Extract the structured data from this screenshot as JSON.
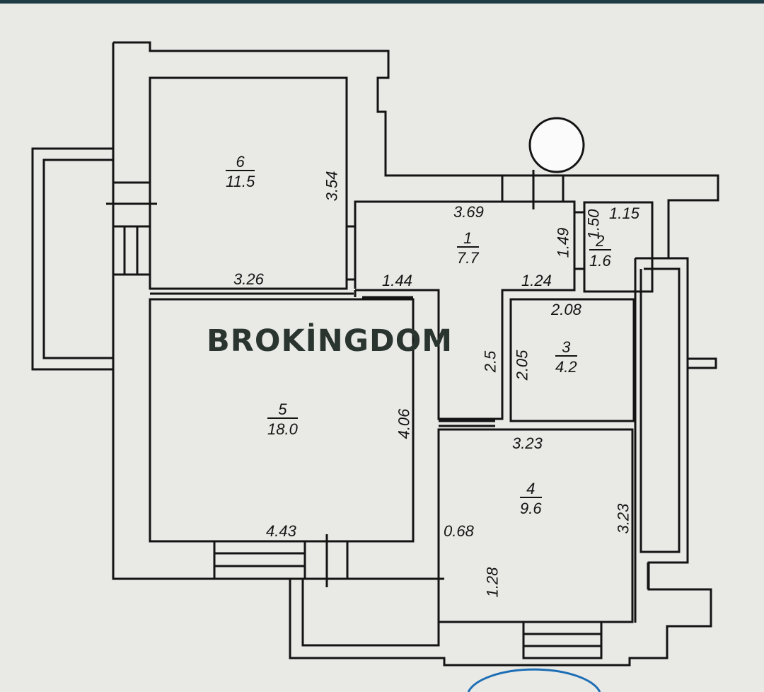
{
  "watermark": "BROKİNGDOM",
  "rooms": [
    {
      "number": "6",
      "area": "11.5"
    },
    {
      "number": "1",
      "area": "7.7"
    },
    {
      "number": "2",
      "area": "1.6"
    },
    {
      "number": "3",
      "area": "4.2"
    },
    {
      "number": "5",
      "area": "18.0"
    },
    {
      "number": "4",
      "area": "9.6"
    }
  ],
  "dimensions": {
    "d_3_54": "3.54",
    "d_3_26": "3.26",
    "d_3_69": "3.69",
    "d_1_49": "1.49",
    "d_1_50": "1.50",
    "d_1_15": "1.15",
    "d_1_44": "1.44",
    "d_1_24": "1.24",
    "d_2_08": "2.08",
    "d_2_5": "2.5",
    "d_2_05": "2.05",
    "d_4_06": "4.06",
    "d_4_43": "4.43",
    "d_3_23_top": "3.23",
    "d_3_23_side": "3.23",
    "d_0_68": "0.68",
    "d_1_28": "1.28"
  },
  "colors": {
    "background": "#e9e9e6",
    "ink": "#141414",
    "watermark": "#2a3530",
    "stamp": "#1d6fb5"
  }
}
